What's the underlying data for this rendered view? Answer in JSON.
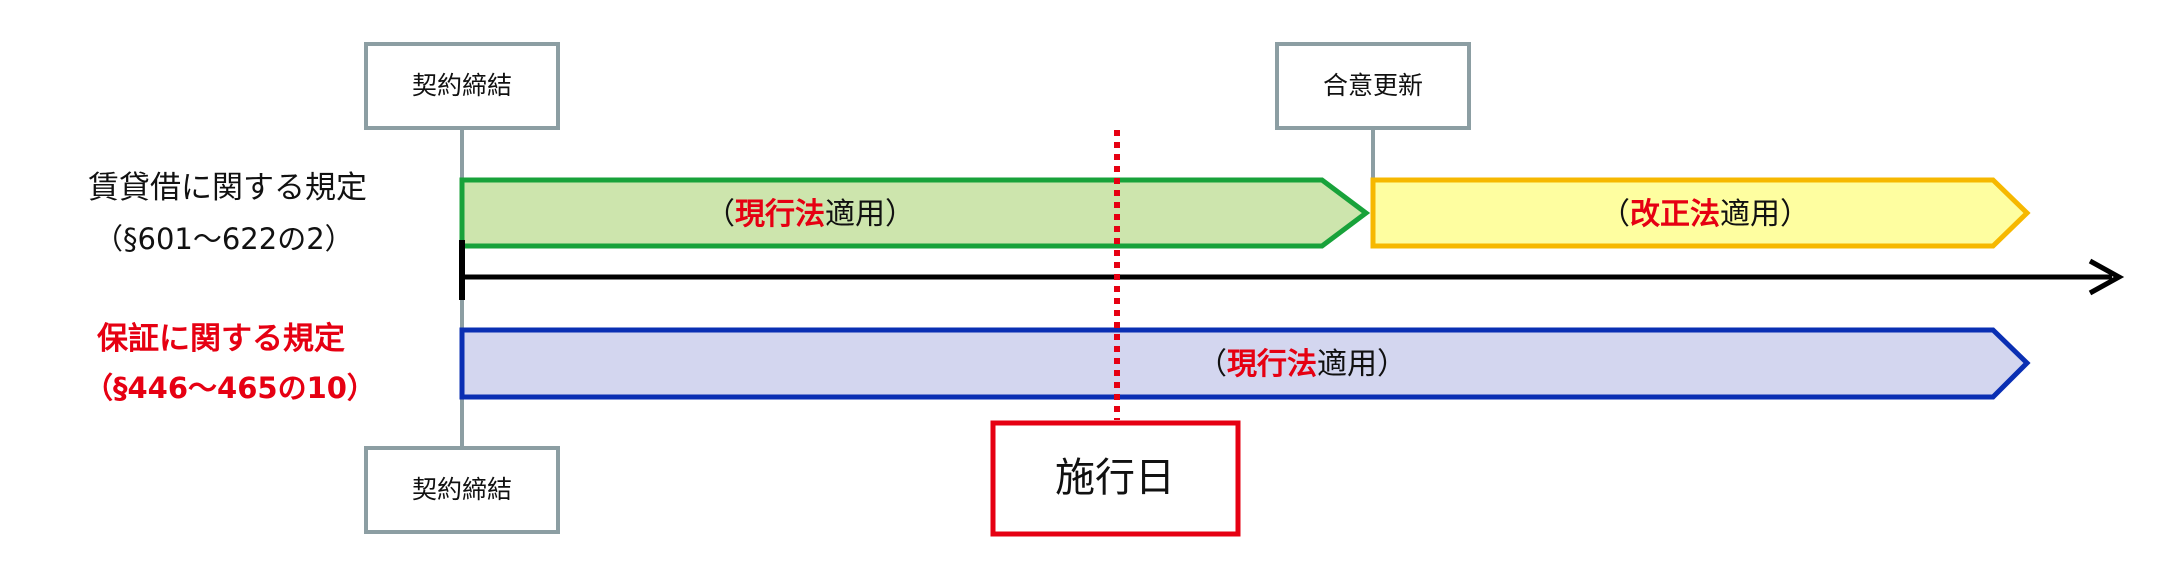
{
  "colors": {
    "accent_red": "#e60012",
    "box_border": "#8c9ea3",
    "green_fill": "#cde5ad",
    "green_border": "#18a23a",
    "yellow_fill": "#fefea0",
    "yellow_border": "#f6b800",
    "blue_fill": "#d3d6ef",
    "blue_border": "#0a2fb3"
  },
  "boxes": {
    "contract_top": "契約締結",
    "renewal_top": "合意更新",
    "contract_bottom": "契約締結",
    "effective_date": "施行日"
  },
  "rows": {
    "lease": {
      "title": "賃貸借に関する規定",
      "sections": "（§601～622の2）"
    },
    "guarantee": {
      "title": "保証に関する規定",
      "sections": "（§446～465の10）"
    }
  },
  "bars": {
    "lease_current": {
      "open": "（",
      "keyword": "現行法",
      "rest": "適用）"
    },
    "lease_revised": {
      "open": "（",
      "keyword": "改正法",
      "rest": "適用）"
    },
    "guarantee_current": {
      "open": "（",
      "keyword": "現行法",
      "rest": "適用）"
    }
  }
}
